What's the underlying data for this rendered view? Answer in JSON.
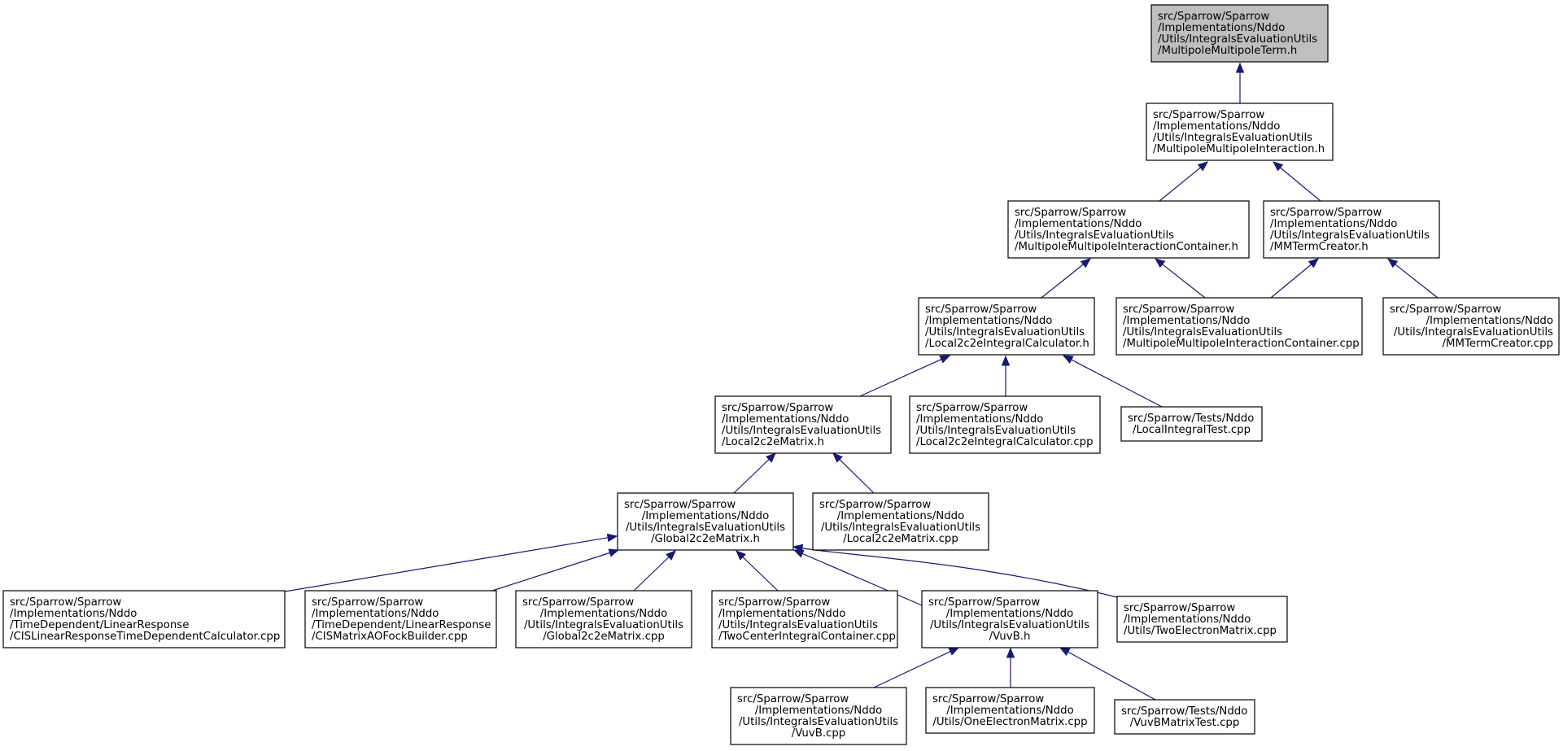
{
  "graph": {
    "title": "",
    "colors": {
      "edge": "#191970",
      "node_border": "#000000",
      "root_fill": "#bfbfbf",
      "node_fill": "#ffffff"
    },
    "nodes": [
      {
        "id": "n0",
        "lines": [
          "src/Sparrow/Sparrow",
          "/Implementations/Nddo",
          "/Utils/IntegralsEvaluationUtils",
          "/MultipoleMultipoleTerm.h"
        ],
        "root": true
      },
      {
        "id": "n1",
        "lines": [
          "src/Sparrow/Sparrow",
          "/Implementations/Nddo",
          "/Utils/IntegralsEvaluationUtils",
          "/MultipoleMultipoleInteraction.h"
        ]
      },
      {
        "id": "n2",
        "lines": [
          "src/Sparrow/Sparrow",
          "/Implementations/Nddo",
          "/Utils/IntegralsEvaluationUtils",
          "/MultipoleMultipoleInteractionContainer.h"
        ]
      },
      {
        "id": "n3",
        "lines": [
          "src/Sparrow/Sparrow",
          "/Implementations/Nddo",
          "/Utils/IntegralsEvaluationUtils",
          "/MMTermCreator.h"
        ]
      },
      {
        "id": "n4",
        "lines": [
          "src/Sparrow/Sparrow",
          "/Implementations/Nddo",
          "/Utils/IntegralsEvaluationUtils",
          "/Local2c2eIntegralCalculator.h"
        ]
      },
      {
        "id": "n5",
        "lines": [
          "src/Sparrow/Sparrow",
          "/Implementations/Nddo",
          "/Utils/IntegralsEvaluationUtils",
          "/MultipoleMultipoleInteractionContainer.cpp"
        ]
      },
      {
        "id": "n6",
        "lines": [
          "src/Sparrow/Sparrow",
          "/Implementations/Nddo",
          "/Utils/IntegralsEvaluationUtils",
          "/MMTermCreator.cpp"
        ]
      },
      {
        "id": "n7",
        "lines": [
          "src/Sparrow/Sparrow",
          "/Implementations/Nddo",
          "/Utils/IntegralsEvaluationUtils",
          "/Local2c2eMatrix.h"
        ]
      },
      {
        "id": "n8",
        "lines": [
          "src/Sparrow/Sparrow",
          "/Implementations/Nddo",
          "/Utils/IntegralsEvaluationUtils",
          "/Local2c2eIntegralCalculator.cpp"
        ]
      },
      {
        "id": "n9",
        "lines": [
          "src/Sparrow/Tests/Nddo",
          "/LocalIntegralTest.cpp"
        ]
      },
      {
        "id": "n10",
        "lines": [
          "src/Sparrow/Sparrow",
          "/Implementations/Nddo",
          "/Utils/IntegralsEvaluationUtils",
          "/Global2c2eMatrix.h"
        ]
      },
      {
        "id": "n11",
        "lines": [
          "src/Sparrow/Sparrow",
          "/Implementations/Nddo",
          "/Utils/IntegralsEvaluationUtils",
          "/Local2c2eMatrix.cpp"
        ]
      },
      {
        "id": "n12",
        "lines": [
          "src/Sparrow/Sparrow",
          "/Implementations/Nddo",
          "/TimeDependent/LinearResponse",
          "/CISLinearResponseTimeDependentCalculator.cpp"
        ]
      },
      {
        "id": "n13",
        "lines": [
          "src/Sparrow/Sparrow",
          "/Implementations/Nddo",
          "/TimeDependent/LinearResponse",
          "/CISMatrixAOFockBuilder.cpp"
        ]
      },
      {
        "id": "n14",
        "lines": [
          "src/Sparrow/Sparrow",
          "/Implementations/Nddo",
          "/Utils/IntegralsEvaluationUtils",
          "/Global2c2eMatrix.cpp"
        ]
      },
      {
        "id": "n15",
        "lines": [
          "src/Sparrow/Sparrow",
          "/Implementations/Nddo",
          "/Utils/IntegralsEvaluationUtils",
          "/TwoCenterIntegralContainer.cpp"
        ]
      },
      {
        "id": "n16",
        "lines": [
          "src/Sparrow/Sparrow",
          "/Implementations/Nddo",
          "/Utils/IntegralsEvaluationUtils",
          "/VuvB.h"
        ]
      },
      {
        "id": "n17",
        "lines": [
          "src/Sparrow/Sparrow",
          "/Implementations/Nddo",
          "/Utils/TwoElectronMatrix.cpp"
        ]
      },
      {
        "id": "n18",
        "lines": [
          "src/Sparrow/Sparrow",
          "/Implementations/Nddo",
          "/Utils/IntegralsEvaluationUtils",
          "/VuvB.cpp"
        ]
      },
      {
        "id": "n19",
        "lines": [
          "src/Sparrow/Sparrow",
          "/Implementations/Nddo",
          "/Utils/OneElectronMatrix.cpp"
        ]
      },
      {
        "id": "n20",
        "lines": [
          "src/Sparrow/Tests/Nddo",
          "/VuvBMatrixTest.cpp"
        ]
      }
    ],
    "edges": [
      {
        "from": "n1",
        "to": "n0"
      },
      {
        "from": "n2",
        "to": "n1"
      },
      {
        "from": "n3",
        "to": "n1"
      },
      {
        "from": "n4",
        "to": "n2"
      },
      {
        "from": "n5",
        "to": "n2"
      },
      {
        "from": "n5",
        "to": "n3"
      },
      {
        "from": "n6",
        "to": "n3"
      },
      {
        "from": "n7",
        "to": "n4"
      },
      {
        "from": "n8",
        "to": "n4"
      },
      {
        "from": "n9",
        "to": "n4"
      },
      {
        "from": "n10",
        "to": "n7"
      },
      {
        "from": "n11",
        "to": "n7"
      },
      {
        "from": "n12",
        "to": "n10"
      },
      {
        "from": "n13",
        "to": "n10"
      },
      {
        "from": "n14",
        "to": "n10"
      },
      {
        "from": "n15",
        "to": "n10"
      },
      {
        "from": "n16",
        "to": "n10"
      },
      {
        "from": "n17",
        "to": "n10"
      },
      {
        "from": "n18",
        "to": "n16"
      },
      {
        "from": "n19",
        "to": "n16"
      },
      {
        "from": "n20",
        "to": "n16"
      }
    ]
  }
}
